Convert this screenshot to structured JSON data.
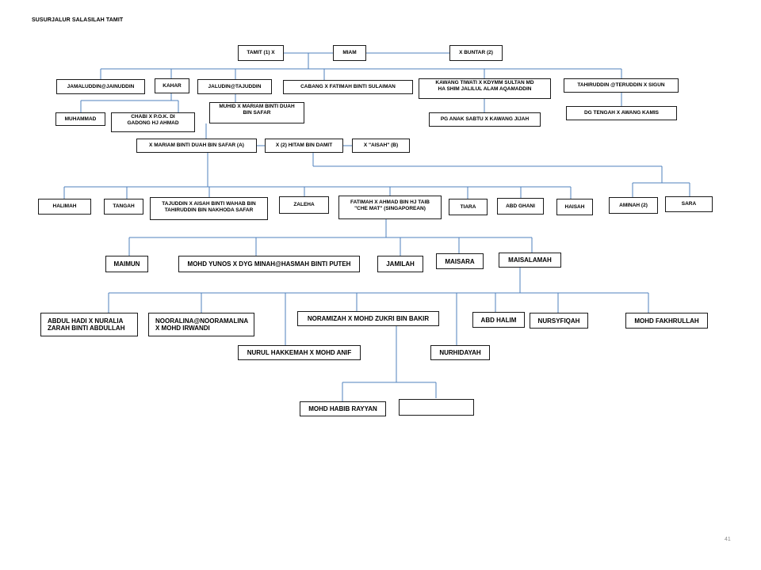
{
  "title": "SUSURJALUR SALASILAH TAMIT",
  "page_number": "41",
  "line_color": "#4f81bd",
  "nodes": {
    "tamit": "TAMIT (1) X",
    "miam": "MIAM",
    "buntar": "X BUNTAR (2)",
    "jamaluddin": "JAMALUDDIN@JAINUDDIN",
    "kahar": "KAHAR",
    "jaludin": "JALUDIN@TAJUDDIN",
    "cabang": "CABANG X  FATIMAH BINTI SULAIMAN",
    "kawang": "KAWANG TIWATI  X KDYMM SULTAN MD\nHA SHIM JALILUL ALAM AQAMADDIN",
    "tahiruddin": "TAHIRUDDIN @TERUDDIN X SIGUN",
    "muhammad": "MUHAMMAD",
    "chabi": "CHABI X P.O.K. DI\nGADONG HJ AHMAD",
    "muhid": "MUHID X MARIAM BINTI  DUAH\nBIN  SAFAR",
    "pg_anak": "PG ANAK SABTU X KAWANG JIJAH",
    "dg_tengah": "DG TENGAH X AWANG KAMIS",
    "x_mariam": "X MARIAM BINTI DUAH BIN SAFAR (A)",
    "hitam": "X (2) HITAM BIN DAMIT",
    "aisah": "X \"AISAH\" (B)",
    "halimah": "HALIMAH",
    "tangah": "TANGAH",
    "tajuddin": "TAJUDDIN X AISAH BINTI  WAHAB BIN\nTAHIRUDDIN BIN NAKHODA SAFAR",
    "zaleha": "ZALEHA",
    "fatimah": "FATIMAH X AHMAD BIN HJ TAIB\n\"CHE MAT\" (SINGAPOREAN)",
    "tiara": "TIARA",
    "abd_ghani": "ABD GHANI",
    "haisah": "HAISAH",
    "aminah": "AMINAH (2)",
    "sara": "SARA",
    "maimun": "MAIMUN",
    "mohd_yunos": "MOHD YUNOS X DYG MINAH@HASMAH  BINTI PUTEH",
    "jamilah": "JAMILAH",
    "maisara": "MAISARA",
    "maisalamah": "MAISALAMAH",
    "abdul_hadi": "ABDUL HADI X NURALIA\nZARAH BINTI ABDULLAH",
    "nooralina": "NOORALINA@NOORAMALINA\nX MOHD IRWANDI",
    "noramizah": "NORAMIZAH X MOHD ZUKRI BIN BAKIR",
    "abd_halim": "ABD HALIM",
    "nursyfiqah": "NURSYFIQAH",
    "mohd_fakhrullah": "MOHD FAKHRULLAH",
    "nurul": "NURUL HAKKEMAH X MOHD ANIF",
    "nurhidayah": "NURHIDAYAH",
    "mohd_habib": "MOHD HABIB RAYYAN",
    "empty": ""
  }
}
